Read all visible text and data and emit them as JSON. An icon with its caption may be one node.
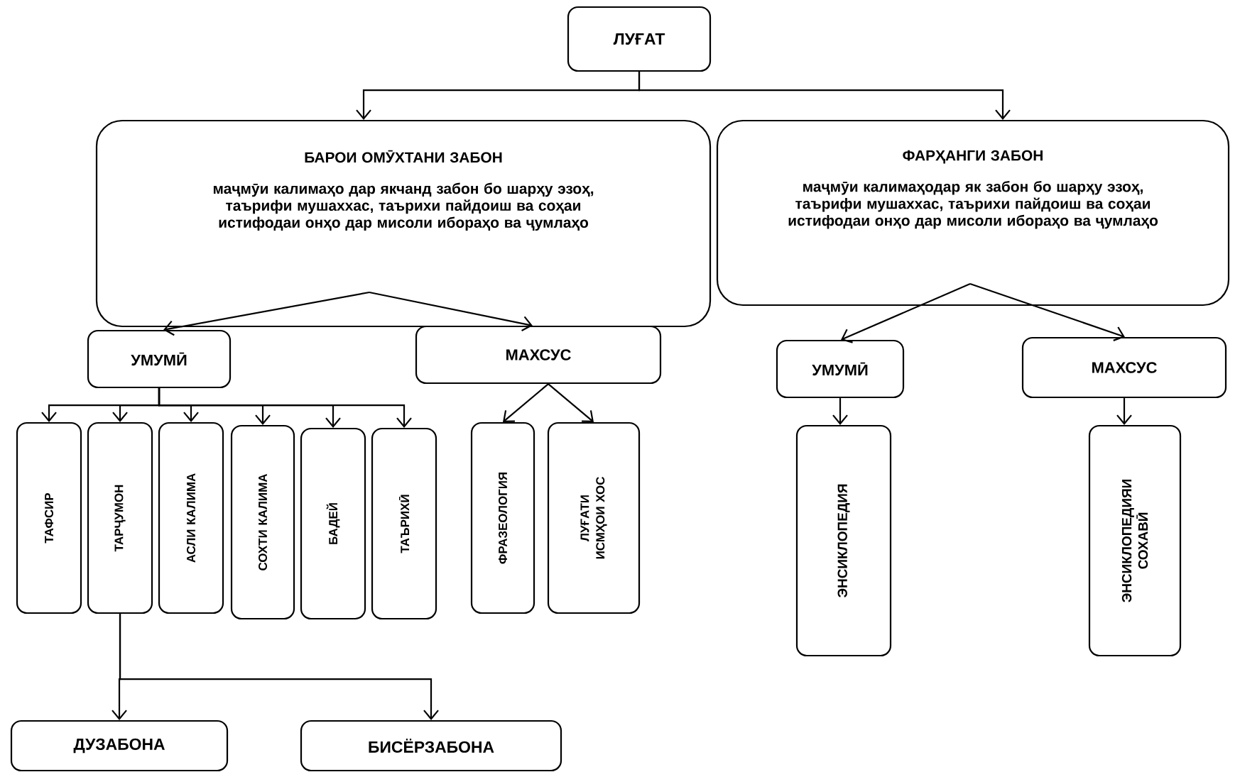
{
  "diagram": {
    "nodes": [
      {
        "text": [
          "ЛУҒАТ"
        ]
      },
      {
        "text": [
          "БАРОИ ОМӮХТАНИ ЗАБОН",
          "маҷмӯи калимаҳо дар якчанд забон бо шарҳу эзоҳ, таърифи мушаххас, таърихи пайдоиш ва соҳаи истифодаи онҳо дар мисоли ибораҳо ва ҷумлаҳо"
        ]
      },
      {
        "text": [
          "ФАРҲАНГИ ЗАБОН",
          "маҷмӯи калимаҳодар як забон бо шарҳу эзоҳ, таърифи мушаххас, таърихи пайдоиш ва соҳаи истифодаи онҳо дар мисоли ибораҳо ва ҷумлаҳо"
        ]
      },
      {
        "text": [
          "УМУМӢ"
        ]
      },
      {
        "text": [
          "МАХСУС"
        ]
      },
      {
        "text": [
          "ТАФСИР"
        ]
      },
      {
        "text": [
          "ТАРҶУМОН"
        ]
      },
      {
        "text": [
          "АСЛИ КАЛИМА"
        ]
      },
      {
        "text": [
          "СОХТИ КАЛИМА"
        ]
      },
      {
        "text": [
          "БАДЕЙ"
        ]
      },
      {
        "text": [
          "ТАЪРИХӢ"
        ]
      },
      {
        "text": [
          "ФРАЗЕОЛОГИЯ"
        ]
      },
      {
        "text": [
          "ЛУҒАТИ ИСМҲОИ ХОС"
        ]
      },
      {
        "text": [
          "УМУМӢ"
        ]
      },
      {
        "text": [
          "МАХСУС"
        ]
      },
      {
        "text": [
          "ЭНСИКЛОПЕДИЯ"
        ]
      },
      {
        "text": [
          "ЭНСИКЛОПЕДИЯИ СОХАВӢ"
        ]
      },
      {
        "text": [
          "ДУЗАБОНА"
        ]
      },
      {
        "text": [
          "БИСЁРЗАБОНА"
        ]
      }
    ],
    "edges": [
      {
        "from": 0,
        "to": 1,
        "arrow": "to"
      },
      {
        "from": 0,
        "to": 2,
        "arrow": "to"
      },
      {
        "from": 1,
        "to": 3,
        "arrow": "to"
      },
      {
        "from": 1,
        "to": 4,
        "arrow": "to"
      },
      {
        "from": 3,
        "to": 5,
        "arrow": "to"
      },
      {
        "from": 3,
        "to": 6,
        "arrow": "to"
      },
      {
        "from": 3,
        "to": 7,
        "arrow": "to"
      },
      {
        "from": 3,
        "to": 8,
        "arrow": "to"
      },
      {
        "from": 3,
        "to": 9,
        "arrow": "to"
      },
      {
        "from": 3,
        "to": 10,
        "arrow": "to"
      },
      {
        "from": 4,
        "to": 11,
        "arrow": "to"
      },
      {
        "from": 4,
        "to": 12,
        "arrow": "to"
      },
      {
        "from": 2,
        "to": 13,
        "arrow": "to"
      },
      {
        "from": 2,
        "to": 14,
        "arrow": "to"
      },
      {
        "from": 13,
        "to": 15,
        "arrow": "to"
      },
      {
        "from": 14,
        "to": 16,
        "arrow": "to"
      },
      {
        "from": 6,
        "to": 17,
        "arrow": "to"
      },
      {
        "from": 6,
        "to": 18,
        "arrow": "to"
      }
    ]
  }
}
